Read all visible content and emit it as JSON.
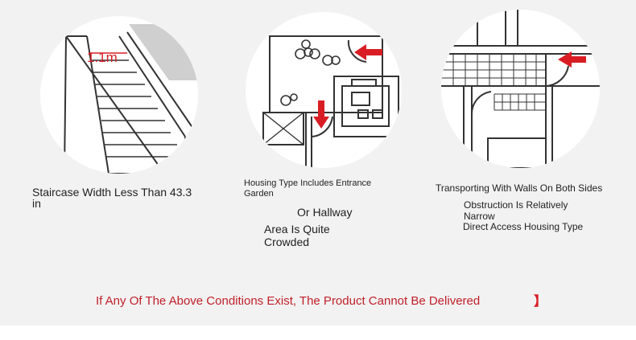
{
  "panels": [
    {
      "dimension_label": "1.1m",
      "caption": "Staircase Width Less Than 43.3 in"
    },
    {
      "caption_line1": "Housing Type Includes Entrance Garden",
      "caption_line2": "Or Hallway",
      "caption_line3": "Area Is Quite Crowded"
    },
    {
      "caption_line1": "Transporting With Walls On Both Sides",
      "caption_line2": "Obstruction Is Relatively Narrow",
      "caption_line3": "Direct Access Housing Type"
    }
  ],
  "notice": "If Any Of The Above Conditions Exist, The Product Cannot Be Delivered",
  "colors": {
    "accent_red": "#d81e24",
    "notice_text": "#c0202a",
    "panel_background": "#f2f2f2",
    "line_art": "#333333"
  },
  "icons": [
    "staircase-illustration",
    "entrance-garden-floorplan-illustration",
    "narrow-corridor-walls-illustration",
    "red-arrow-icon"
  ]
}
